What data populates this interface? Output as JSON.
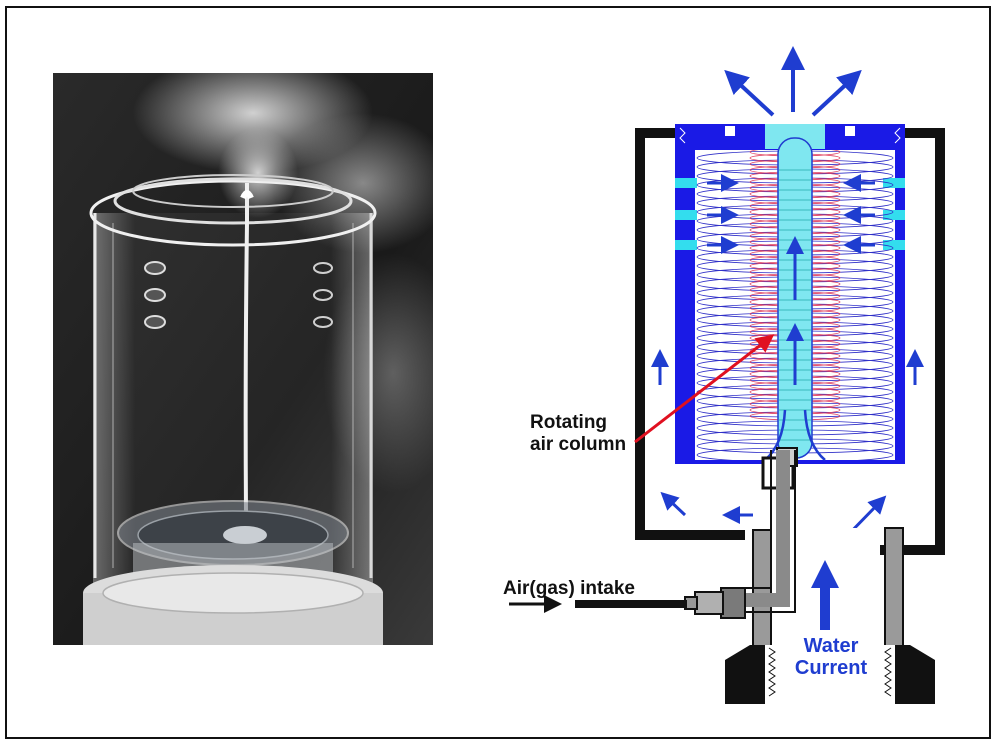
{
  "labels": {
    "rotating_air_column_line1": "Rotating",
    "rotating_air_column_line2": "air column",
    "air_gas_intake": "Air(gas) intake",
    "water_current_line1": "Water",
    "water_current_line2": "Current"
  },
  "colors": {
    "housing_blue": "#1a1ae6",
    "chamber_white": "#ffffff",
    "spiral_blue": "#3030c8",
    "spiral_red": "#e04060",
    "column_cyan": "#7fe7f0",
    "flow_arrow_blue": "#1f3dd0",
    "port_cyan": "#33ddee",
    "pointer_red": "#e01020",
    "frame_black": "#111111",
    "pipe_gray": "#8a8a8a"
  }
}
